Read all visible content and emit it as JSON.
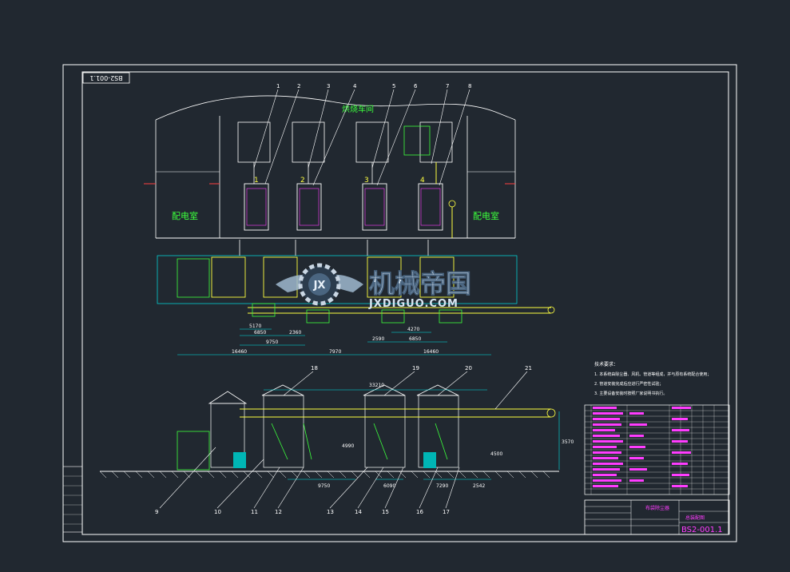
{
  "drawing": {
    "number_top": "BS2-001.1",
    "number_bottom": "BS2-001.1",
    "room_top": "烘烧车间",
    "room_left": "配电室",
    "room_right": "配电室",
    "furnace_numbers": [
      "1",
      "2",
      "3",
      "4"
    ],
    "balloons_top": [
      "1",
      "2",
      "3",
      "4",
      "5",
      "6",
      "7",
      "8"
    ],
    "balloons_side": [
      "18",
      "19",
      "20",
      "21"
    ],
    "balloons_bottom": [
      "9",
      "10",
      "11",
      "12",
      "13",
      "14",
      "15",
      "16",
      "17"
    ],
    "plan_dims": [
      "5170",
      "6850",
      "9750",
      "2360",
      "4270",
      "6850",
      "2590",
      "16460",
      "7970",
      "16460"
    ],
    "elev_dims": [
      "33210",
      "9750",
      "6090",
      "7290",
      "2542",
      "3570",
      "4990",
      "4500"
    ],
    "notes_title": "技术要求：",
    "notes": [
      "1. 本系统由除尘器、风机、管道等组成，并与原有系统配合使用；",
      "2. 管道安装完成后应进行严密性试验；",
      "3. 主要设备安装时按照厂家说明书执行。"
    ],
    "title_block": {
      "name": "布袋除尘器",
      "company": "总装配图",
      "sheet": "BS2-001.1"
    }
  },
  "watermark": {
    "text_cn": "机械帝国",
    "text_en": "JXDIGUO.COM",
    "emblem": "JX"
  },
  "colors": {
    "background": "#212830",
    "frame": "#ffffff",
    "cyan": "#00e5e5",
    "magenta": "#ff3cff",
    "yellow": "#ffff40",
    "green": "#3cff3c",
    "red": "#ff4040"
  }
}
